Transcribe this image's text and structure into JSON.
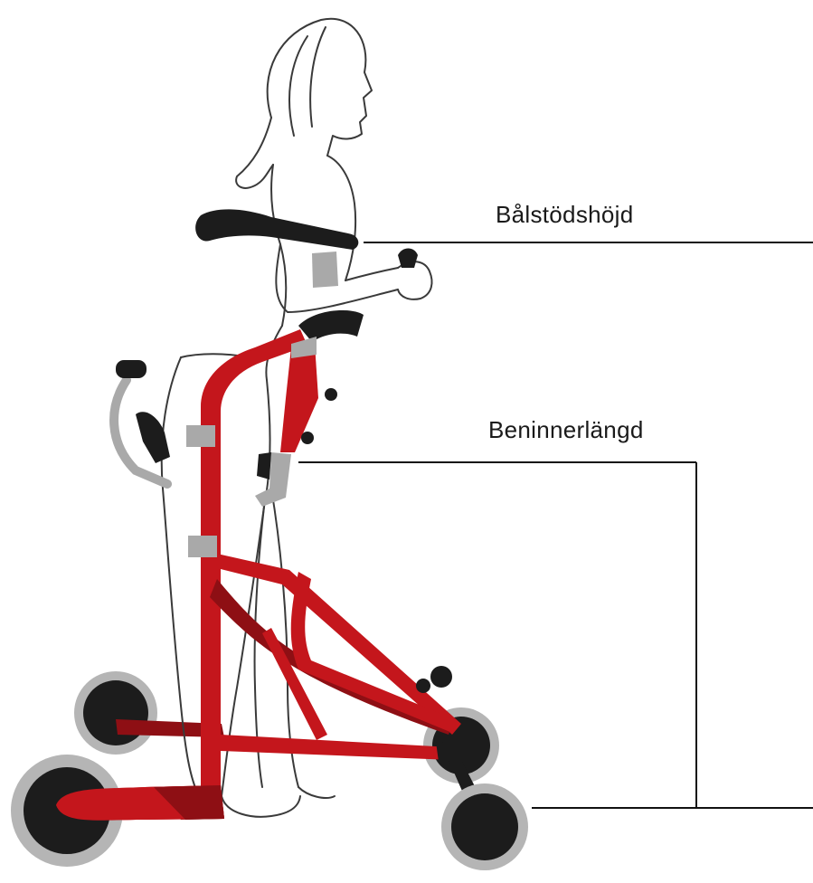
{
  "labels": {
    "trunk_support_height": "Bålstödshöjd",
    "inner_leg_length": "Beninnerlängd"
  },
  "colors": {
    "frame_red": "#c4161c",
    "frame_dark_red": "#8e0f14",
    "pad_black": "#1c1c1c",
    "metal_grey": "#a9a9a9",
    "outline": "#3a3a3a",
    "leader_line": "#111111",
    "wheel_tyre": "#b5b5b5"
  },
  "icons": {
    "figure": "child-figure-outline",
    "walker": "gait-trainer-walker"
  }
}
